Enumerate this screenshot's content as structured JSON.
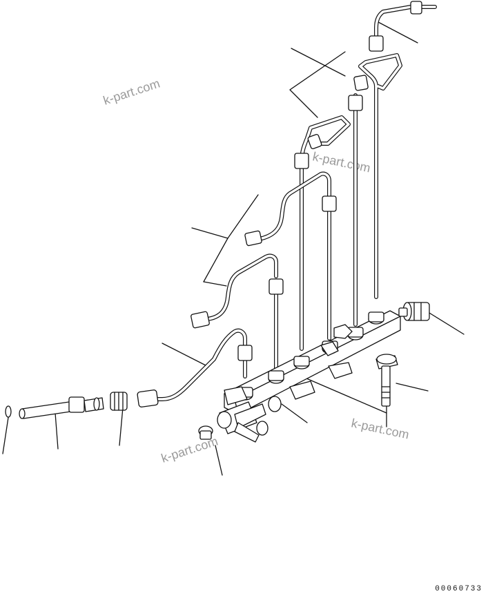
{
  "watermarks": [
    "k-part.com",
    "k-part.com",
    "k-part.com",
    "k-part.com"
  ],
  "drawing_code": "00060733",
  "colors": {
    "line": "#111111",
    "watermark": "#9a9a9a",
    "background": "#ffffff"
  }
}
